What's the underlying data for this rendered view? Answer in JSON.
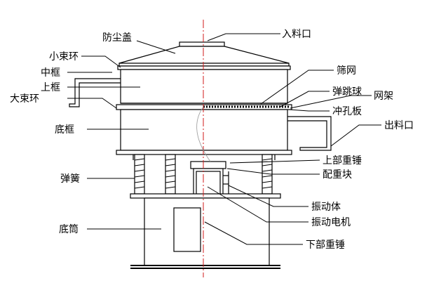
{
  "colors": {
    "line": "#000000",
    "centerline": "#d01818",
    "background": "#ffffff"
  },
  "labels": {
    "dust_cover": "防尘盖",
    "inlet": "入料口",
    "small_clamp": "小束环",
    "middle_frame": "中框",
    "upper_frame": "上框",
    "large_clamp": "大束环",
    "screen_mesh": "筛网",
    "bouncing_ball": "弹跳球",
    "mesh_frame": "网架",
    "punched_plate": "冲孔板",
    "base_frame": "底框",
    "outlet": "出料口",
    "upper_weight": "上部重锤",
    "counterweight": "配重块",
    "spring": "弹簧",
    "vibrating_body": "振动体",
    "base_cylinder": "底筒",
    "vibration_motor": "振动电机",
    "lower_weight": "下部重锤"
  }
}
